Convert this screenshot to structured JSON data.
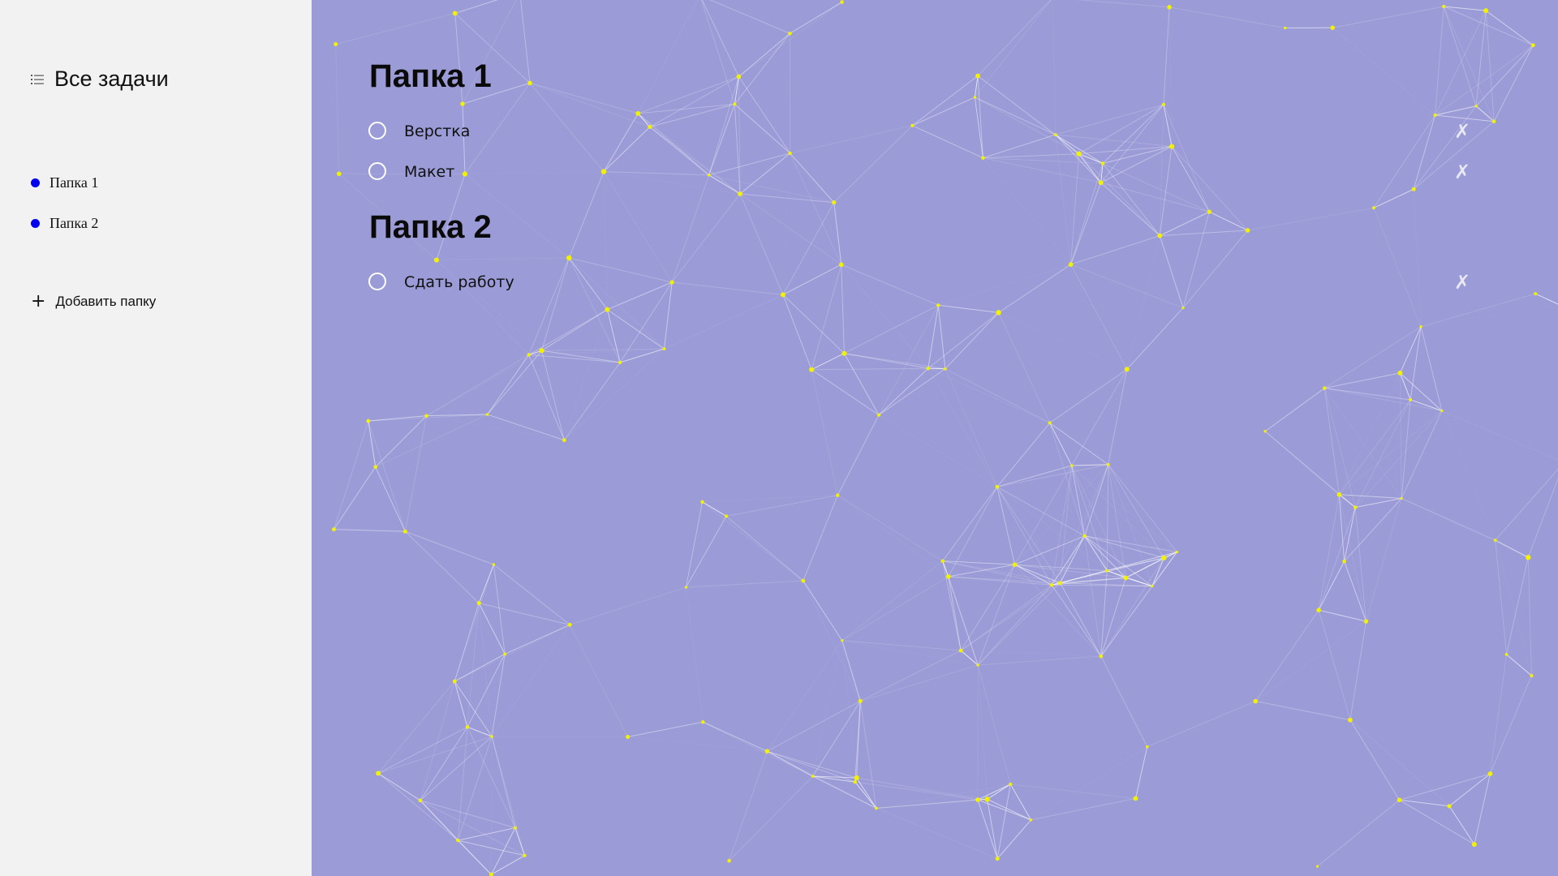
{
  "sidebar": {
    "title": "Все задачи",
    "list_icon": "list-icon",
    "folders": [
      {
        "label": "Папка 1",
        "color": "#0000ee"
      },
      {
        "label": "Папка 2",
        "color": "#0000ee"
      }
    ],
    "add_folder_label": "Добавить папку",
    "add_icon": "plus-icon"
  },
  "main": {
    "background": "#9b9bd7",
    "groups": [
      {
        "title": "Папка 1",
        "tasks": [
          {
            "label": "Верстка",
            "done": false,
            "delete_glyph": "✗"
          },
          {
            "label": "Макет",
            "done": false,
            "delete_glyph": "✗"
          }
        ]
      },
      {
        "title": "Папка 2",
        "tasks": [
          {
            "label": "Сдать работу",
            "done": false,
            "delete_glyph": "✗"
          }
        ]
      }
    ]
  },
  "network_background": {
    "node_color": "#f2f200",
    "line_color": "#ffffff"
  }
}
